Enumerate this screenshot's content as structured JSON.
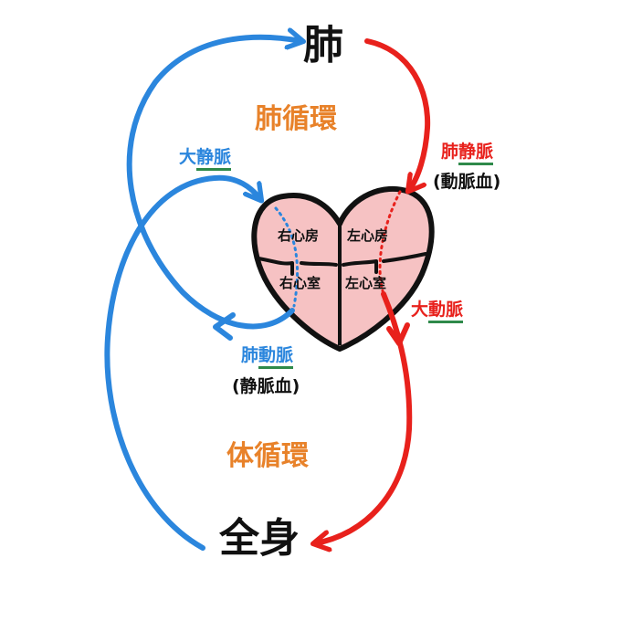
{
  "colors": {
    "blue": "#2b86dd",
    "red": "#e8211c",
    "orange": "#e8822a",
    "green": "#2e8a4a",
    "heart_fill": "#f6c2c3",
    "outline": "#111111"
  },
  "organs": {
    "lung": "肺",
    "body": "全身"
  },
  "circulations": {
    "pulmonary": "肺循環",
    "systemic": "体循環"
  },
  "vessels": {
    "vena_cava": {
      "prefix": "大",
      "underlined": "静脈"
    },
    "pulmonary_vein": {
      "prefix": "肺",
      "underlined": "静脈"
    },
    "aorta": {
      "prefix": "大",
      "underlined": "動脈"
    },
    "pulmonary_artery": {
      "prefix": "肺",
      "underlined": "動脈"
    }
  },
  "blood_types": {
    "arterial": "(動脈血)",
    "venous": "(静脈血)"
  },
  "chambers": {
    "right_atrium": "右心房",
    "left_atrium": "左心房",
    "right_ventricle": "右心室",
    "left_ventricle": "左心室"
  }
}
